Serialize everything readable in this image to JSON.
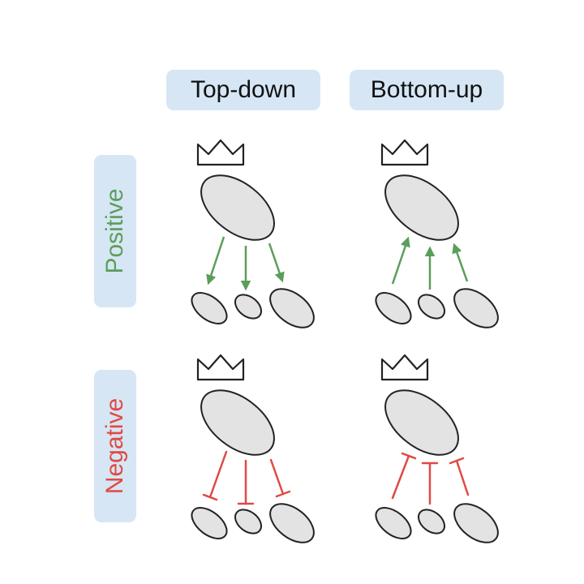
{
  "columns": [
    {
      "label": "Top-down"
    },
    {
      "label": "Bottom-up"
    }
  ],
  "rows": [
    {
      "label": "Positive",
      "color": "#5a9e5a"
    },
    {
      "label": "Negative",
      "color": "#e04a44"
    }
  ],
  "colors": {
    "header_bg": "#d6e6f4",
    "node_fill": "#e3e3e3",
    "node_stroke": "#222222",
    "positive_arrow": "#5a9e5a",
    "negative_inhibit": "#e04a44"
  },
  "icons": {
    "leader": "crown-icon"
  },
  "panels": [
    {
      "row": "Positive",
      "column": "Top-down",
      "link": "arrow",
      "direction": "down"
    },
    {
      "row": "Positive",
      "column": "Bottom-up",
      "link": "arrow",
      "direction": "up"
    },
    {
      "row": "Negative",
      "column": "Top-down",
      "link": "inhibition",
      "direction": "down"
    },
    {
      "row": "Negative",
      "column": "Bottom-up",
      "link": "inhibition",
      "direction": "up"
    }
  ]
}
